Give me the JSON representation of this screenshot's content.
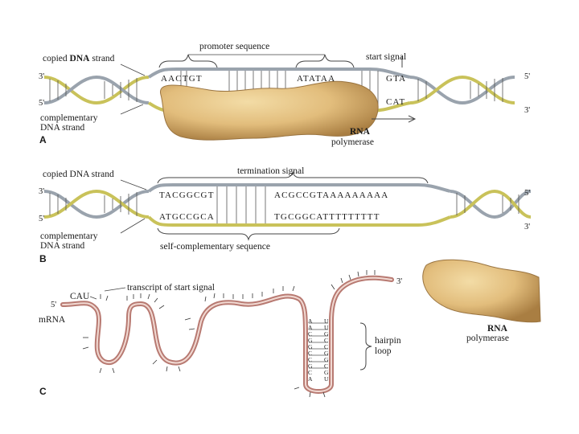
{
  "colors": {
    "strand_gray": "#9aa3ad",
    "strand_yellow": "#c9c25a",
    "mrna": "#b87a72",
    "polymerase_light": "#e9c98b",
    "polymerase_dark": "#b98e4f"
  },
  "panel_a": {
    "letter": "A",
    "copied_label": "copied DNA strand",
    "copied_label_bold": "DNA",
    "complementary_label_1": "complementary",
    "complementary_label_2": "DNA strand",
    "promoter_label": "promoter sequence",
    "start_label": "start signal",
    "seq_top_1": "AACTGT",
    "seq_top_2": "ATATAA",
    "seq_top_3": "GTA",
    "seq_bottom_3": "CAT",
    "rna_label_1": "RNA",
    "rna_label_2": "polymerase",
    "end_3_left": "3'",
    "end_5_left": "5'",
    "end_5_right": "5'",
    "end_3_right": "3'"
  },
  "panel_b": {
    "letter": "B",
    "copied_label": "copied DNA strand",
    "complementary_label_1": "complementary",
    "complementary_label_2": "DNA strand",
    "termination_label": "termination signal",
    "self_comp_label": "self-complementary sequence",
    "seq_top_1": "TACGGCGT",
    "seq_top_2": "ACGCCGTAAAAAAAAA",
    "seq_bottom_1": "ATGCCGCA",
    "seq_bottom_2": "TGCGGCATTTTTTTTT",
    "end_3_left": "3'",
    "end_5_left": "5'",
    "end_5_right": "5'",
    "end_3_right": "3'"
  },
  "panel_c": {
    "letter": "C",
    "cau_label": "CAU",
    "transcript_label": "transcript of start signal",
    "mrna_label": "mRNA",
    "end_5": "5'",
    "end_3": "3'",
    "hairpin_label_1": "hairpin",
    "hairpin_label_2": "loop",
    "hairpin_left_bases": [
      "A",
      "A",
      "C",
      "G",
      "G",
      "C",
      "C",
      "G",
      "C",
      "A"
    ],
    "hairpin_right_bases": [
      "U",
      "U",
      "G",
      "C",
      "C",
      "G",
      "G",
      "C",
      "G",
      "U"
    ],
    "rna_label_1": "RNA",
    "rna_label_2": "polymerase"
  }
}
